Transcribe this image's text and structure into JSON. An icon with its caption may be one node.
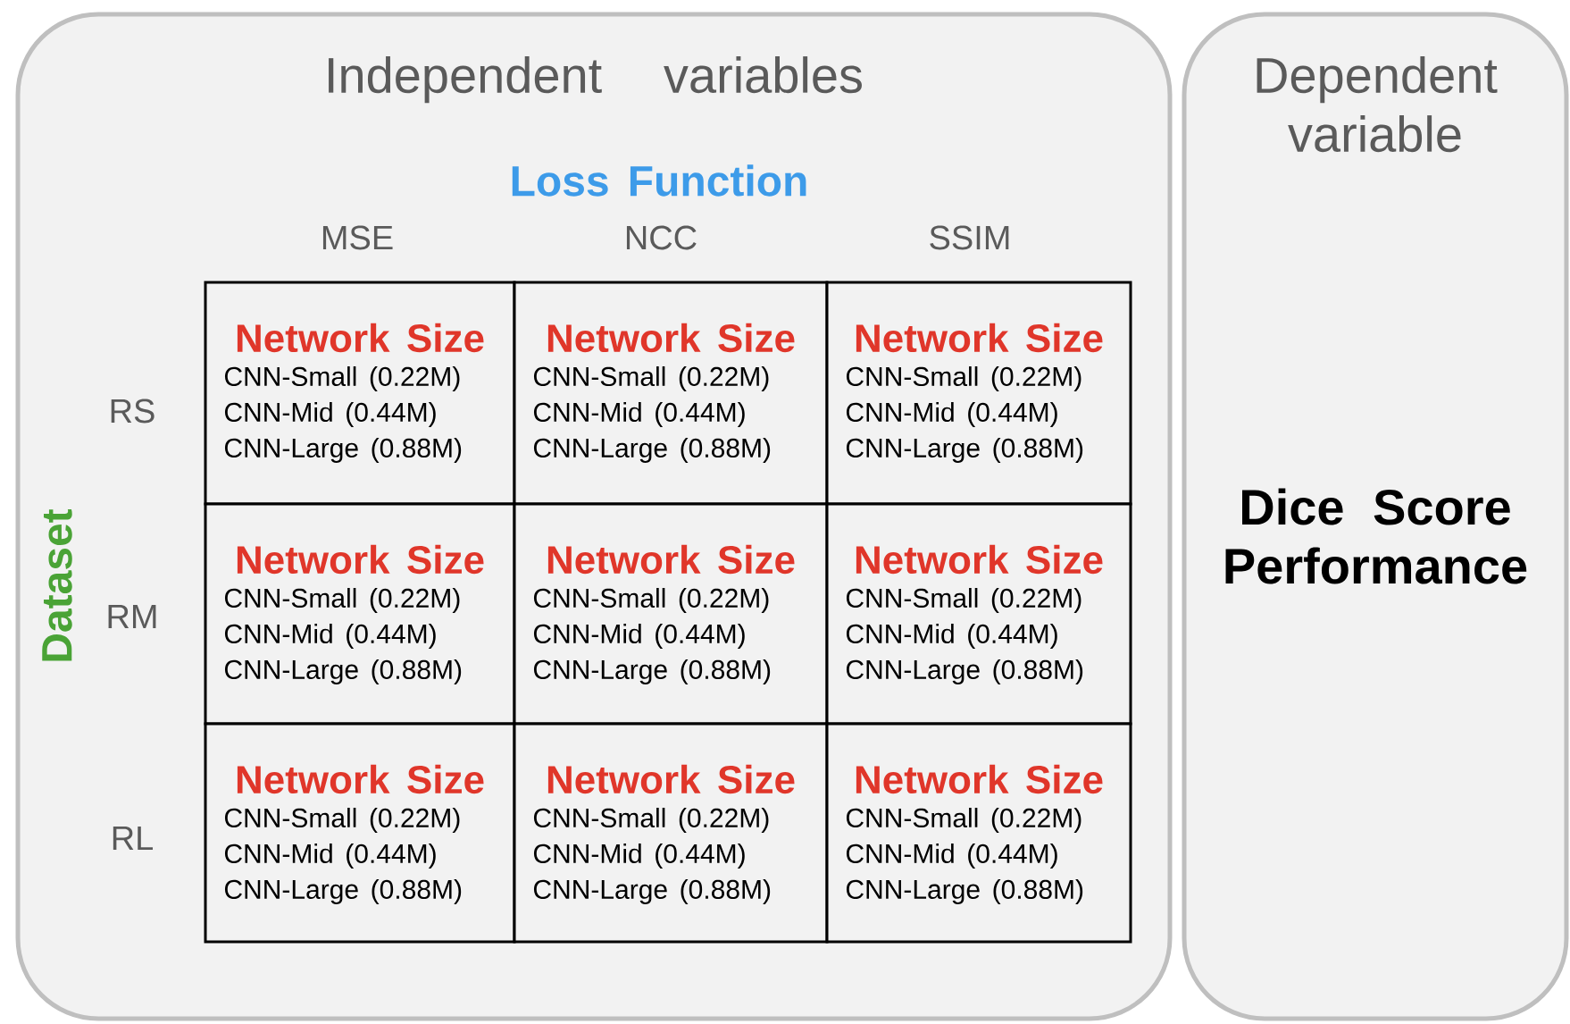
{
  "diagram": {
    "nodes": [
      {
        "text": [
          "Independent variables"
        ]
      },
      {
        "text": [
          "Dependent variable",
          "Dice Score Performance"
        ]
      },
      {
        "text": [
          "Network Size",
          "CNN-Small (0.22M)",
          "CNN-Mid (0.44M)",
          "CNN-Large (0.88M)"
        ],
        "in": 0
      },
      {
        "text": [
          "Network Size",
          "CNN-Small (0.22M)",
          "CNN-Mid (0.44M)",
          "CNN-Large (0.88M)"
        ],
        "in": 0
      },
      {
        "text": [
          "Network Size",
          "CNN-Small (0.22M)",
          "CNN-Mid (0.44M)",
          "CNN-Large (0.88M)"
        ],
        "in": 0
      },
      {
        "text": [
          "Network Size",
          "CNN-Small (0.22M)",
          "CNN-Mid (0.44M)",
          "CNN-Large (0.88M)"
        ],
        "in": 0
      },
      {
        "text": [
          "Network Size",
          "CNN-Small (0.22M)",
          "CNN-Mid (0.44M)",
          "CNN-Large (0.88M)"
        ],
        "in": 0
      },
      {
        "text": [
          "Network Size",
          "CNN-Small (0.22M)",
          "CNN-Mid (0.44M)",
          "CNN-Large (0.88M)"
        ],
        "in": 0
      },
      {
        "text": [
          "Network Size",
          "CNN-Small (0.22M)",
          "CNN-Mid (0.44M)",
          "CNN-Large (0.88M)"
        ],
        "in": 0
      },
      {
        "text": [
          "Network Size",
          "CNN-Small (0.22M)",
          "CNN-Mid (0.44M)",
          "CNN-Large (0.88M)"
        ],
        "in": 0
      },
      {
        "text": [
          "Network Size",
          "CNN-Small (0.22M)",
          "CNN-Mid (0.44M)",
          "CNN-Large (0.88M)"
        ],
        "in": 0
      }
    ],
    "labels": [
      "Loss Function",
      "MSE",
      "NCC",
      "SSIM",
      "Dataset",
      "RS",
      "RM",
      "RL"
    ]
  }
}
